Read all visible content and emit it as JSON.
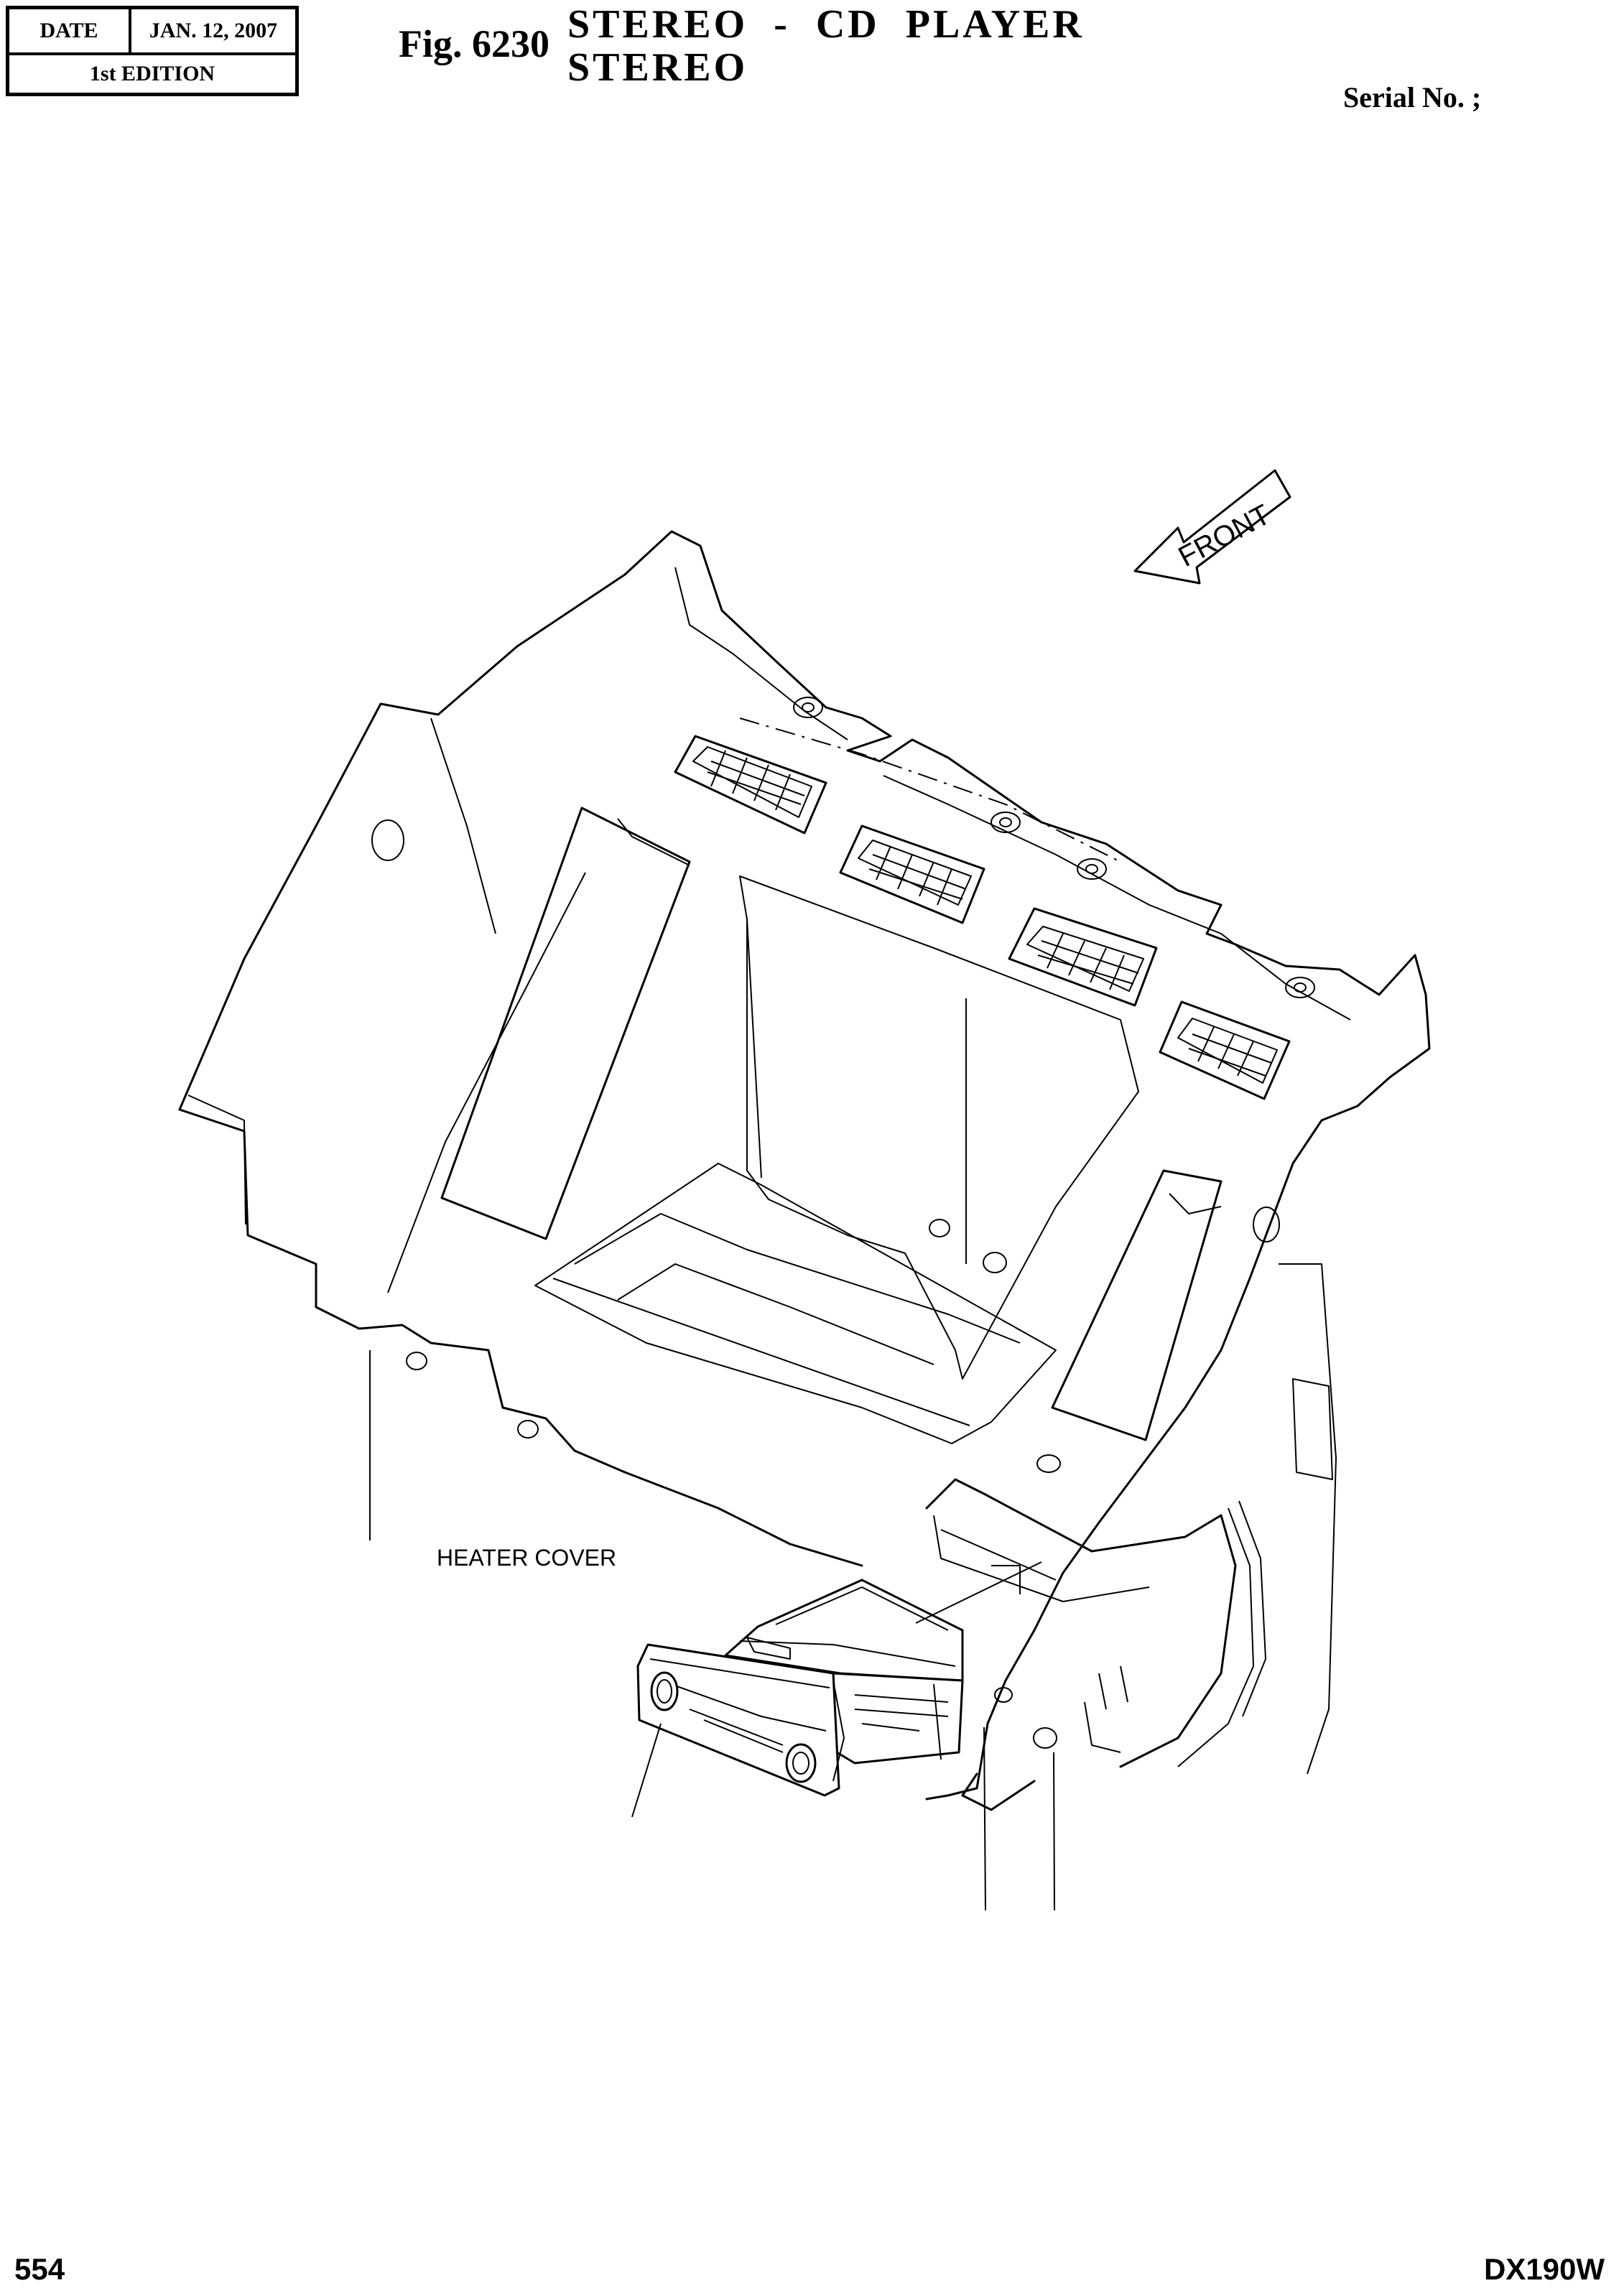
{
  "header": {
    "date_label": "DATE",
    "date_value": "JAN. 12, 2007",
    "edition": "1st EDITION",
    "fig_label": "Fig. 6230",
    "title_line1": "STEREO  -  CD  PLAYER",
    "title_line2": "STEREO",
    "serial_label": "Serial No. ;"
  },
  "diagram": {
    "front_label": "FRONT",
    "heater_cover_label": "HEATER COVER",
    "parts": [
      "cab-panel",
      "air-vents",
      "cd-player",
      "heater-cover"
    ]
  },
  "footer": {
    "page_number": "554",
    "model": "DX190W"
  }
}
